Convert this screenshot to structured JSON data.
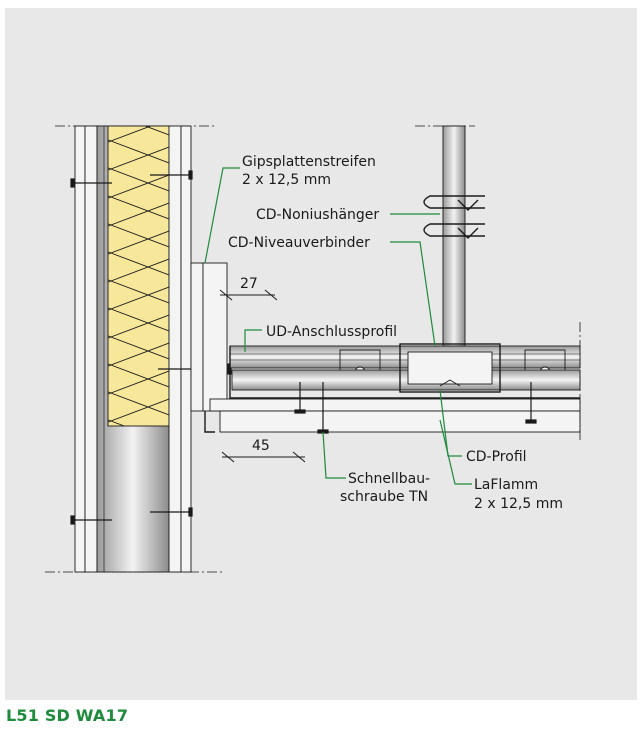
{
  "labels": {
    "gipsstreifen_1": "Gipsplattenstreifen",
    "gipsstreifen_2": "2 x 12,5 mm",
    "nonius": "CD-Noniushänger",
    "niveau": "CD-Niveauverbinder",
    "dim27": "27",
    "ud": "UD-Anschlussprofil",
    "dim45": "45",
    "cdprofil": "CD-Profil",
    "schnell_1": "Schnellbau-",
    "schnell_2": "schraube TN",
    "laflamm_1": "LaFlamm",
    "laflamm_2": "2 x 12,5 mm"
  },
  "footer": {
    "code": "L51 SD WA17"
  },
  "colors": {
    "background": "#e8e8e8",
    "leader": "#1e8a3c",
    "insulation": "#f7e79a",
    "line": "#1a1a1a",
    "code": "#1e8a3c"
  }
}
